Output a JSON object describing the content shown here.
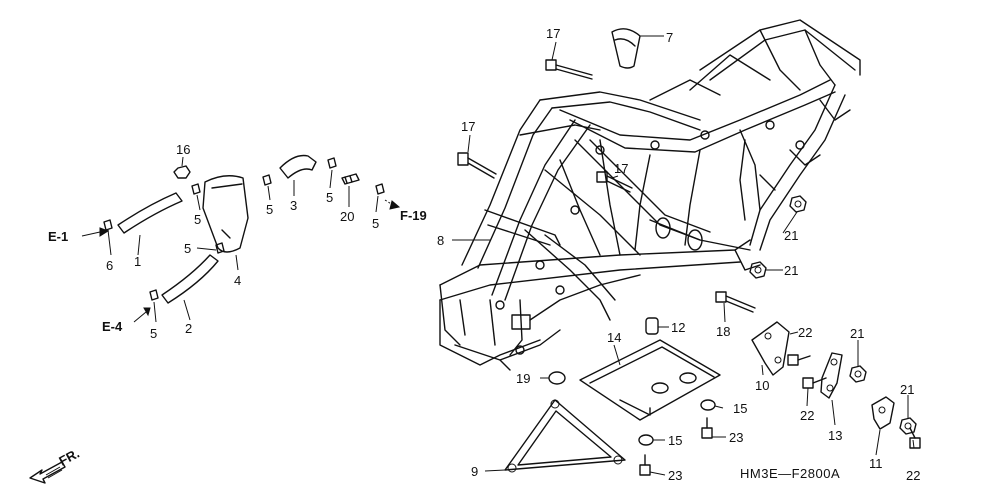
{
  "diagram": {
    "code": "HM3E—F2800A",
    "front_label": "FR.",
    "references": {
      "e1": "E-1",
      "e4": "E-4",
      "f19": "F-19"
    },
    "callouts": {
      "c17a": "17",
      "c7": "7",
      "c17b": "17",
      "c17c": "17",
      "c16": "16",
      "c5a": "5",
      "c5b": "5",
      "c5c": "5",
      "c5d": "5",
      "c5e": "5",
      "c5f": "5",
      "c3": "3",
      "c20": "20",
      "c1": "1",
      "c6": "6",
      "c4": "4",
      "c2": "2",
      "c8": "8",
      "c21a": "21",
      "c21b": "21",
      "c21c": "21",
      "c21d": "21",
      "c18": "18",
      "c12": "12",
      "c14": "14",
      "c22a": "22",
      "c22b": "22",
      "c22c": "22",
      "c10": "10",
      "c19": "19",
      "c13": "13",
      "c15a": "15",
      "c15b": "15",
      "c23a": "23",
      "c23b": "23",
      "c11": "11",
      "c9": "9"
    }
  }
}
